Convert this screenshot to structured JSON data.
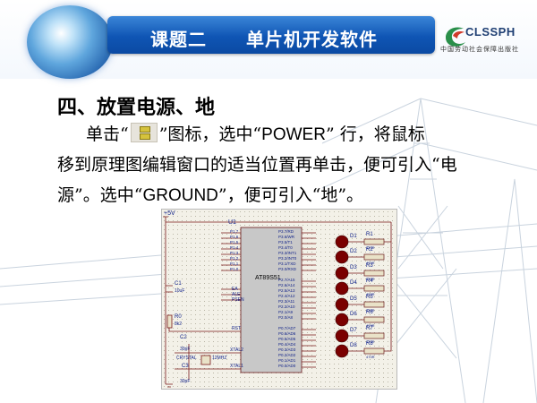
{
  "header": {
    "lesson": "课题二",
    "subject": "单片机开发软件",
    "logo_text": "CLSSPH",
    "logo_sub": "中国劳动社会保障出版社"
  },
  "content": {
    "heading": "四、放置电源、地",
    "line1_a": "单击“",
    "line1_b": "”图标，选中“",
    "line1_power": "POWER",
    "line1_c": "” 行，将鼠标",
    "line2": "移到原理图编辑窗口的适当位置再单击，便可引入“电",
    "line3_a": "源”。选中“",
    "line3_ground": "GROUND",
    "line3_b": "”，便可引入“地”。"
  },
  "icons": {
    "power_ground_tool": "power-terminal-icon"
  },
  "schematic": {
    "vcc": "+5V",
    "chip_ref": "U1",
    "chip_name": "AT89S51",
    "c1": "C1",
    "c1_val": "10uF",
    "r0": "R0",
    "r0_val": "8k2",
    "c2": "C2",
    "c2_val": "30pF",
    "c3": "C3",
    "c3_val": "30pF",
    "crystal": "CRYSTAL",
    "crystal_val": "12MHZ",
    "rst": "RST",
    "xtal2": "XTAL2",
    "xtal1": "XTAL1",
    "ea": "EA",
    "ale": "ALE",
    "psen": "PSEN",
    "p1_pins": [
      "P1.7",
      "P1.6",
      "P1.5",
      "P1.4",
      "P1.3",
      "P1.2",
      "P1.1",
      "P1.0"
    ],
    "p3_pins": [
      "P3.7/RD",
      "P3.6/WR",
      "P3.5/T1",
      "P3.4/T0",
      "P3.3/INT1",
      "P3.2/INT0",
      "P3.1/TXD",
      "P3.0/RXD"
    ],
    "p2_pins": [
      "P2.7/A15",
      "P2.6/A14",
      "P2.5/A13",
      "P2.4/A12",
      "P2.3/A11",
      "P2.2/A10",
      "P2.1/A9",
      "P2.0/A8"
    ],
    "p0_pins": [
      "P0.7/AD7",
      "P0.6/AD6",
      "P0.5/AD5",
      "P0.4/AD4",
      "P0.3/AD3",
      "P0.2/AD2",
      "P0.1/AD1",
      "P0.0/AD0"
    ],
    "leds": [
      "D1",
      "D2",
      "D3",
      "D4",
      "D5",
      "D6",
      "D7",
      "D8"
    ],
    "resistors": [
      "R1",
      "R2",
      "R3",
      "R4",
      "R5",
      "R6",
      "R7",
      "R8"
    ],
    "res_val": "470R"
  },
  "colors": {
    "title_bar": "#0f55b4",
    "led_fill": "#7a0000",
    "chip_fill": "#c8c8c8",
    "wire": "#7a1a1a"
  }
}
